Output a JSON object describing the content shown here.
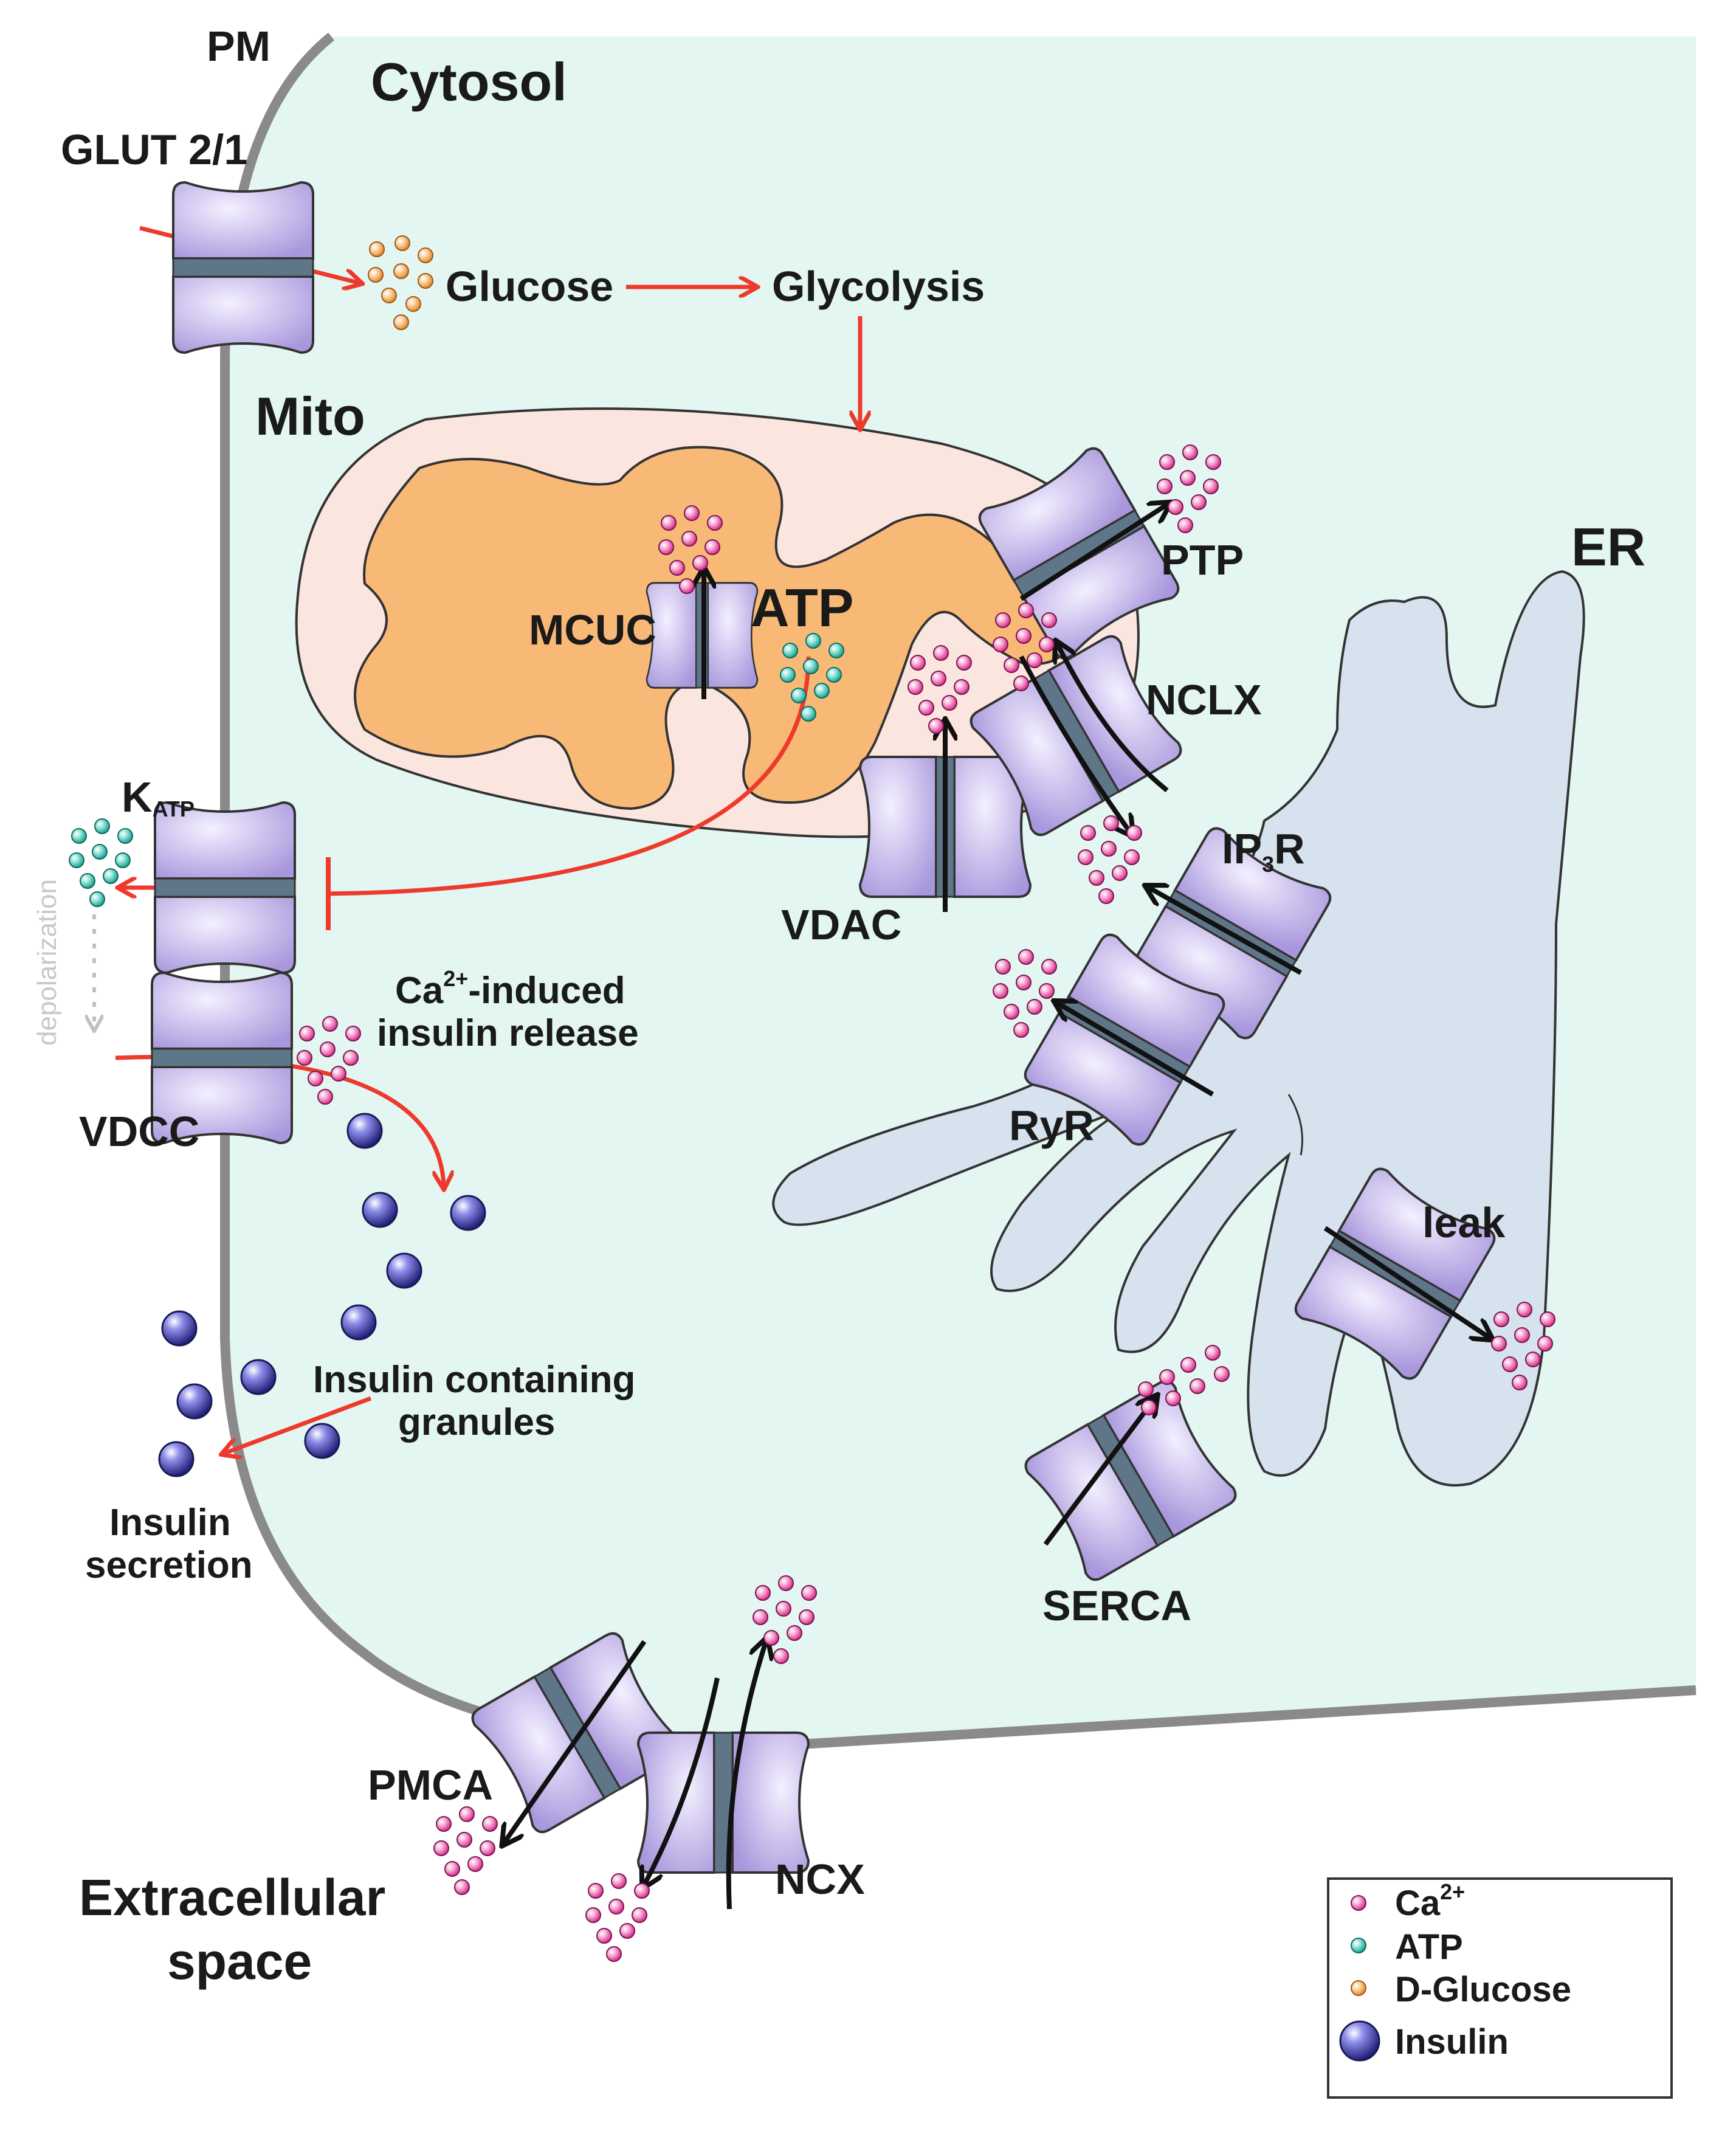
{
  "labels": {
    "pm": "PM",
    "cytosol": "Cytosol",
    "glut": "GLUT 2/1",
    "glucose": "Glucose",
    "glycolysis": "Glycolysis",
    "mito": "Mito",
    "mcuc": "MCUC",
    "atp": "ATP",
    "ptp": "PTP",
    "nclx": "NCLX",
    "er": "ER",
    "katp_main": "K",
    "katp_sub": "ATP",
    "depolarization": "depolarization",
    "vdac": "VDAC",
    "ip3r_a": "IP",
    "ip3r_sub": "3",
    "ip3r_b": "R",
    "ca_release_ca": "Ca",
    "ca_release_sup": "2+",
    "ca_release_line1_rest": "-induced",
    "ca_release_line2": "insulin release",
    "vdcc": "VDCC",
    "ryr": "RyR",
    "leak": "leak",
    "granules_line1": "Insulin containing",
    "granules_line2": "granules",
    "secretion_line1": "Insulin",
    "secretion_line2": "secretion",
    "serca": "SERCA",
    "pmca": "PMCA",
    "ncx": "NCX",
    "extracellular_line1": "Extracellular",
    "extracellular_line2": "space"
  },
  "legend": {
    "ca_main": "Ca",
    "ca_sup": "2+",
    "atp": "ATP",
    "glucose": "D-Glucose",
    "insulin": "Insulin"
  },
  "colors": {
    "cytosol": "#e3f6f1",
    "membrane": "#8a8a8a",
    "mito_outer": "#fbe5df",
    "mito_inner": "#f8b977",
    "er": "#d6e3ee",
    "channel": "#cdc3ec",
    "channel_core": "#5f7689",
    "calcium": "#e0479b",
    "atp": "#3fc0b0",
    "glucose": "#f4a460",
    "insulin": "#3a3aa0",
    "signal_arrow": "#ee3a2c",
    "flux_arrow": "#111111"
  }
}
